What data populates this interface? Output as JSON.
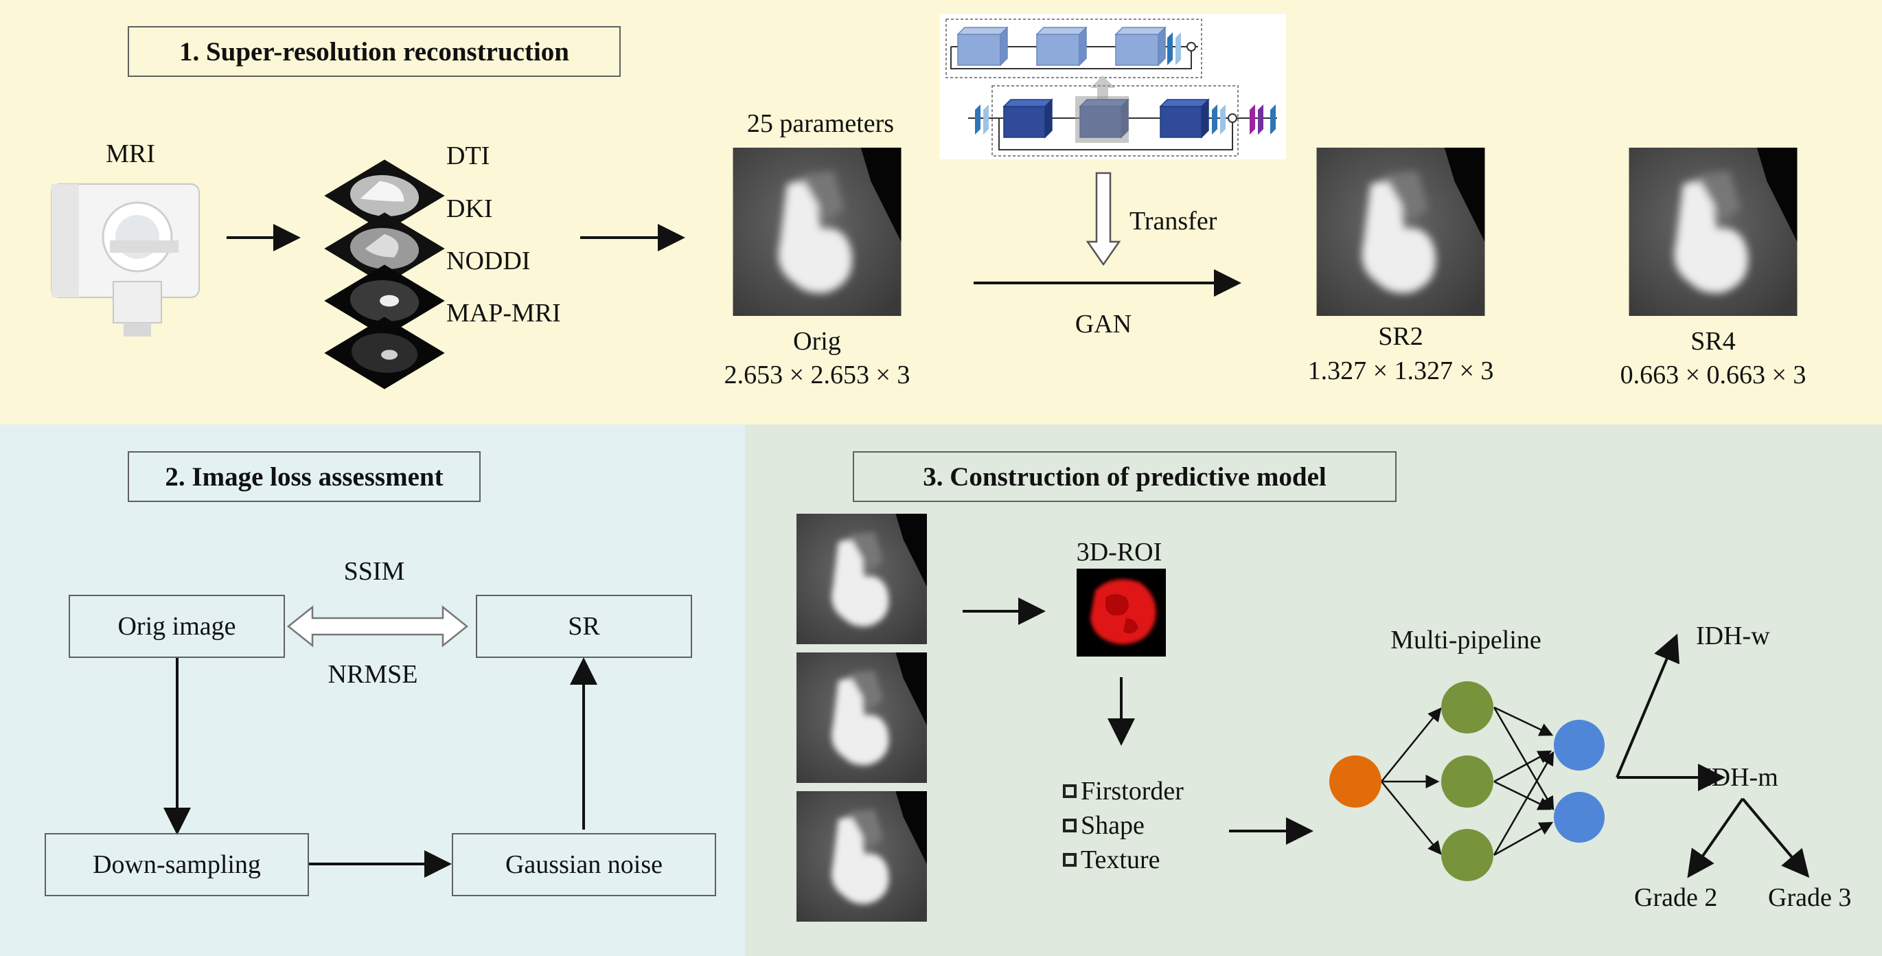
{
  "colors": {
    "panel1_bg": "#fbf7d7",
    "panel2_bg": "#e3f1f3",
    "panel3_bg": "#dfe9dd",
    "orange_node": "#e36c0a",
    "green_node": "#77933c",
    "blue_node": "#4f86d8",
    "roi_red": "#e01212",
    "block_light": "#8eaadb",
    "block_dark": "#2f4b9a"
  },
  "panel1": {
    "title": "1. Super-resolution reconstruction",
    "mri_label": "MRI",
    "modalities": [
      "DTI",
      "DKI",
      "NODDI",
      "MAP-MRI"
    ],
    "params_label": "25 parameters",
    "transfer_label": "Transfer",
    "gan_label": "GAN",
    "images": [
      {
        "name": "Orig",
        "res": "2.653 × 2.653 × 3"
      },
      {
        "name": "SR2",
        "res": "1.327 × 1.327 × 3"
      },
      {
        "name": "SR4",
        "res": "0.663 × 0.663 × 3"
      }
    ]
  },
  "panel2": {
    "title": "2. Image loss assessment",
    "orig_image": "Orig image",
    "sr": "SR",
    "down_sampling": "Down-sampling",
    "gaussian_noise": "Gaussian noise",
    "ssim": "SSIM",
    "nrmse": "NRMSE"
  },
  "panel3": {
    "title": "3. Construction of predictive model",
    "roi_label": "3D-ROI",
    "features": [
      "Firstorder",
      "Shape",
      "Texture"
    ],
    "pipeline_label": "Multi-pipeline",
    "idh_w": "IDH-w",
    "idh_m": "IDH-m",
    "grade2": "Grade 2",
    "grade3": "Grade 3"
  }
}
